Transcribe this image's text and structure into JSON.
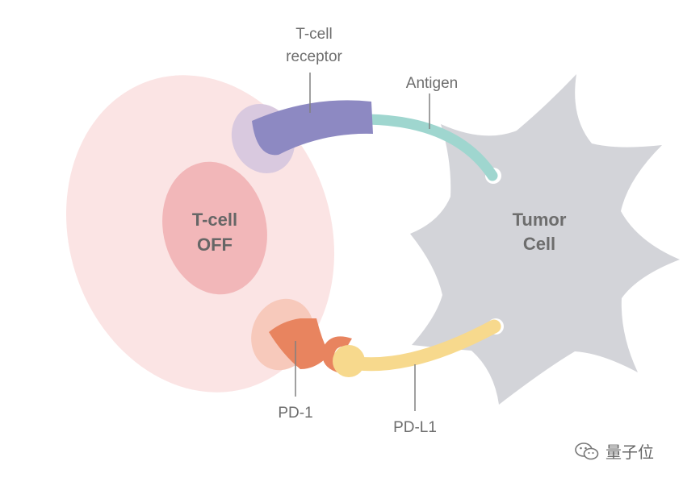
{
  "labels": {
    "tcell_receptor_line1": "T-cell",
    "tcell_receptor_line2": "receptor",
    "antigen": "Antigen",
    "tcell_off_line1": "T-cell",
    "tcell_off_line2": "OFF",
    "tumor_cell_line1": "Tumor",
    "tumor_cell_line2": "Cell",
    "pd1": "PD-1",
    "pdl1": "PD-L1"
  },
  "watermark": {
    "text": "量子位",
    "icon": "wechat-icon"
  },
  "colors": {
    "tcell_body": "#fbe4e4",
    "tcell_nucleus": "#f1b3b5",
    "tcell_text": "#666666",
    "receptor": "#8d89c2",
    "receptor_base": "#d8c8dd",
    "antigen": "#9fd6cf",
    "tumor": "#d3d4d9",
    "tumor_text": "#6d6d6d",
    "pd1": "#e8845f",
    "pd1_base": "#f7c6b7",
    "pdl1": "#f7d98d",
    "leader_line": "#808080"
  }
}
